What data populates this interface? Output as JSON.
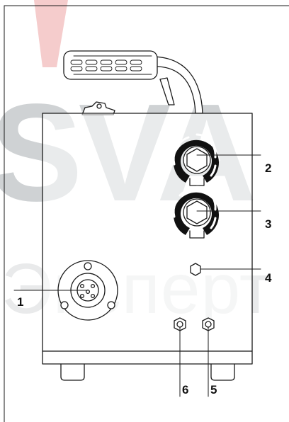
{
  "watermark": {
    "brand": "SVA",
    "subtitle": "Эксперт",
    "colors": {
      "accent_red": "#f4c6c6",
      "brand_gray": "#cfd2d4",
      "sub_gray": "#e9eaeb"
    }
  },
  "callouts": [
    "1",
    "2",
    "3",
    "4",
    "5",
    "6"
  ],
  "colors": {
    "line": "#1a1a1a"
  }
}
